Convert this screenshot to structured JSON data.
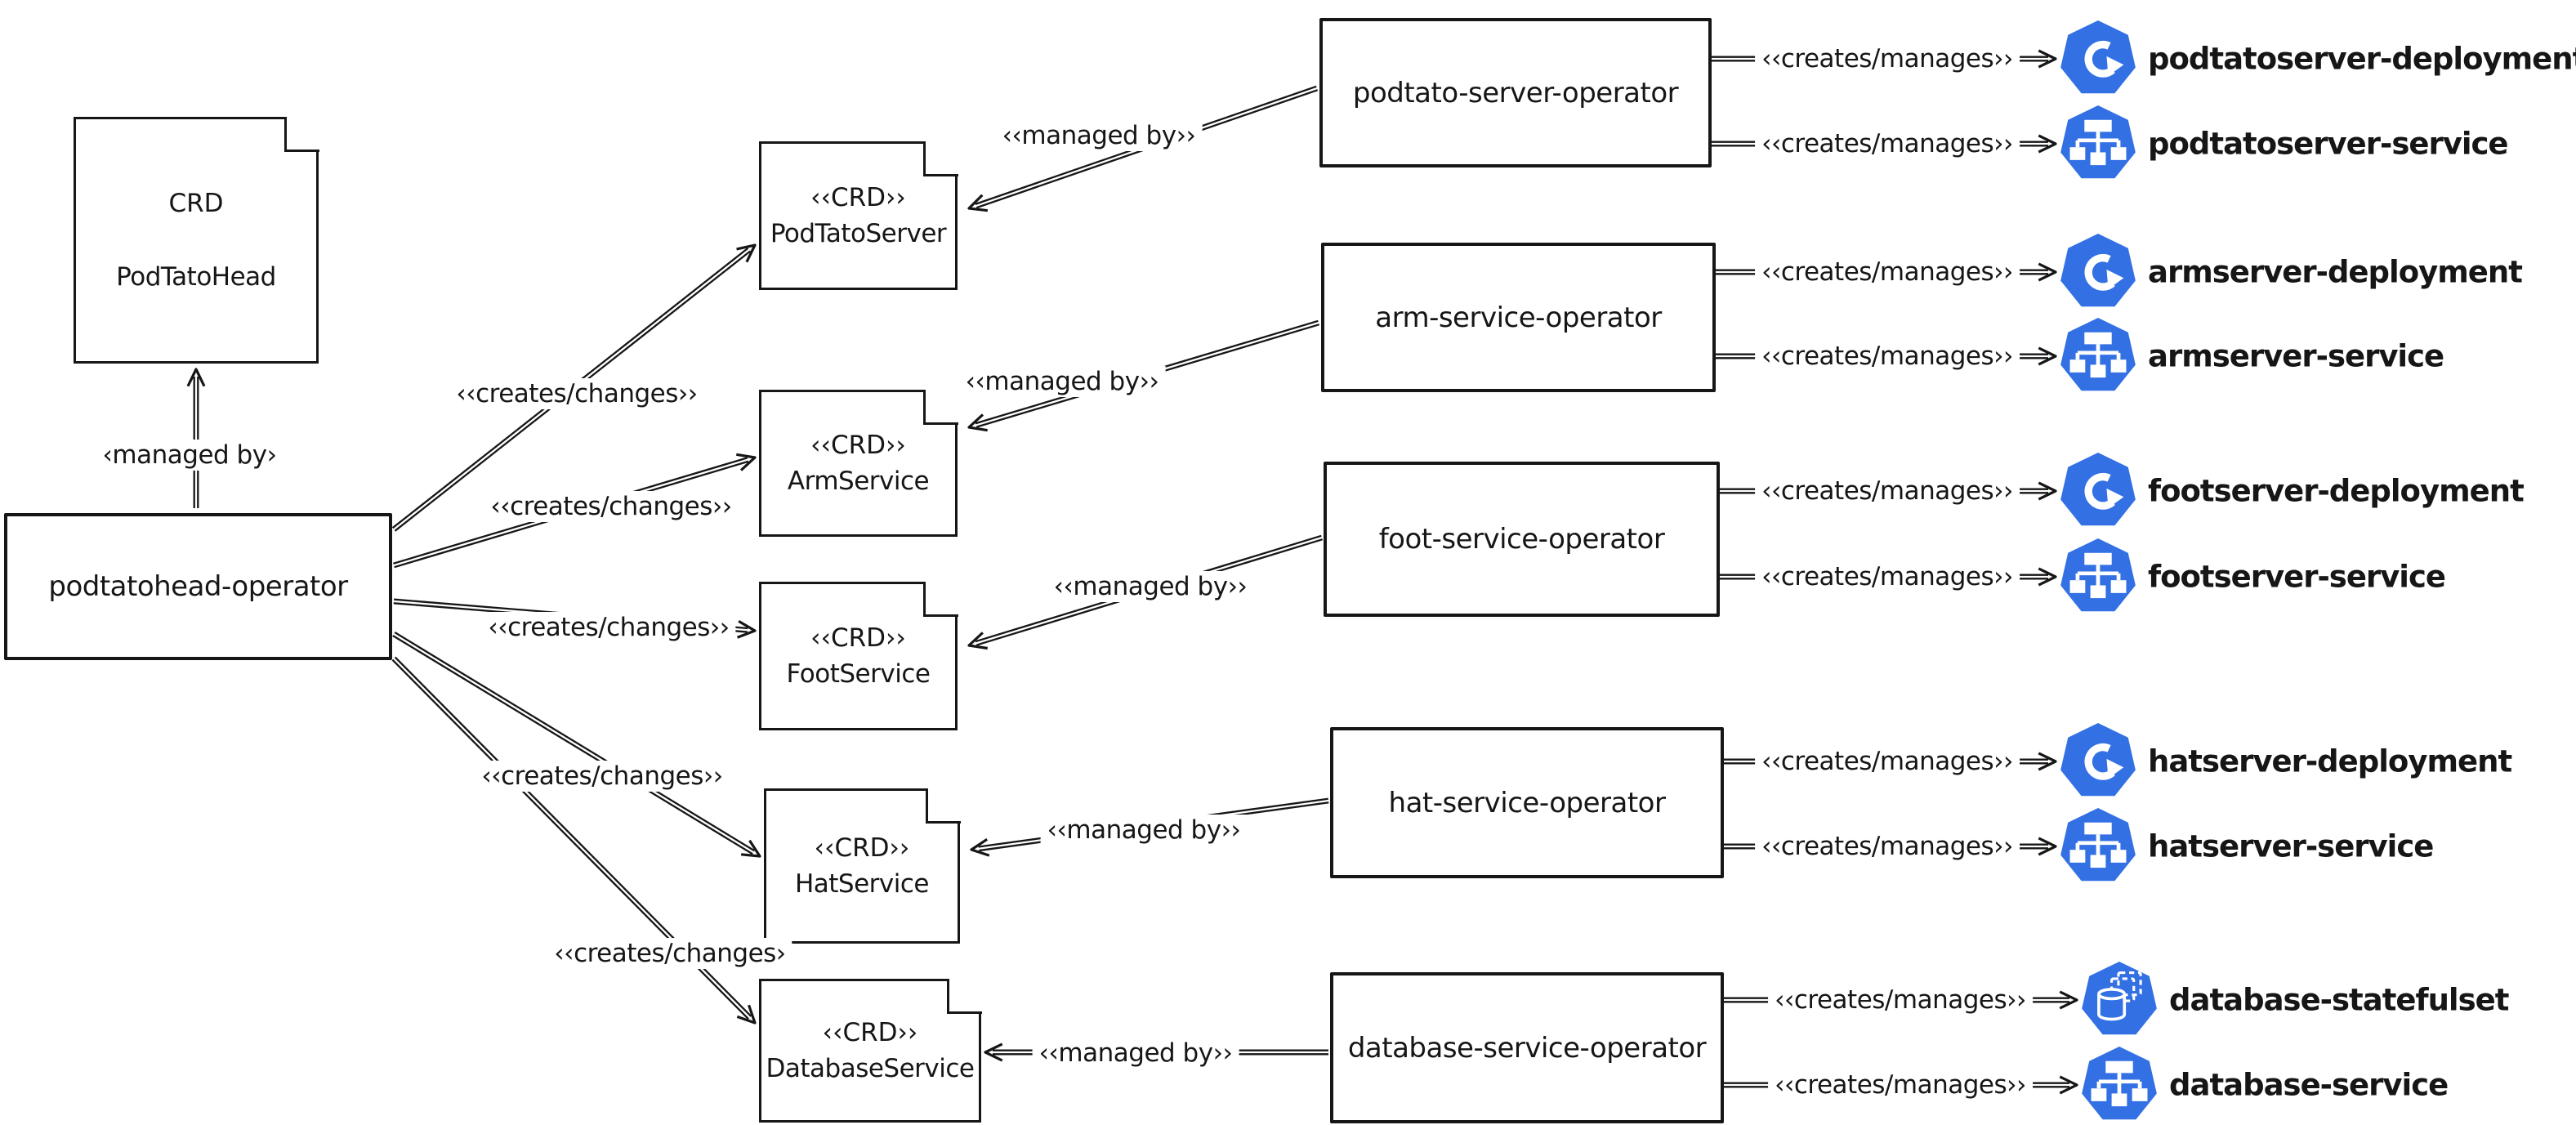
{
  "colors": {
    "ink": "#161616",
    "k8s_blue": "#3270E4",
    "background": "#ffffff"
  },
  "root_crd": {
    "stereotype": "CRD",
    "name": "PodTatoHead"
  },
  "main_operator": {
    "label": "podtatohead-operator"
  },
  "crds": [
    {
      "stereotype": "‹‹CRD››",
      "name": "PodTatoServer"
    },
    {
      "stereotype": "‹‹CRD››",
      "name": "ArmService"
    },
    {
      "stereotype": "‹‹CRD››",
      "name": "FootService"
    },
    {
      "stereotype": "‹‹CRD››",
      "name": "HatService"
    },
    {
      "stereotype": "‹‹CRD››",
      "name": "DatabaseService"
    }
  ],
  "operators": [
    {
      "label": "podtato-server-operator"
    },
    {
      "label": "arm-service-operator"
    },
    {
      "label": "foot-service-operator"
    },
    {
      "label": "hat-service-operator"
    },
    {
      "label": "database-service-operator"
    }
  ],
  "resources": [
    {
      "label": "podtatoserver-deployment",
      "icon": "deployment-icon"
    },
    {
      "label": "podtatoserver-service",
      "icon": "service-icon"
    },
    {
      "label": "armserver-deployment",
      "icon": "deployment-icon"
    },
    {
      "label": "armserver-service",
      "icon": "service-icon"
    },
    {
      "label": "footserver-deployment",
      "icon": "deployment-icon"
    },
    {
      "label": "footserver-service",
      "icon": "service-icon"
    },
    {
      "label": "hatserver-deployment",
      "icon": "deployment-icon"
    },
    {
      "label": "hatserver-service",
      "icon": "service-icon"
    },
    {
      "label": "database-statefulset",
      "icon": "statefulset-icon"
    },
    {
      "label": "database-service",
      "icon": "service-icon"
    }
  ],
  "edge_labels": {
    "managed_by_root": "‹managed by›",
    "managed_by": [
      "‹‹managed by››",
      "‹‹managed by››",
      "‹‹managed by››",
      "‹‹managed by››",
      "‹‹managed by››"
    ],
    "creates_changes": [
      "‹‹creates/changes››",
      "‹‹creates/changes››",
      "‹‹creates/changes››",
      "‹‹creates/changes››",
      "‹‹creates/changes›"
    ],
    "creates_manages": [
      "‹‹creates/manages››",
      "‹‹creates/manages››",
      "‹‹creates/manages››",
      "‹‹creates/manages››",
      "‹‹creates/manages››",
      "‹‹creates/manages››",
      "‹‹creates/manages››",
      "‹‹creates/manages››",
      "‹‹creates/manages››",
      "‹‹creates/manages››"
    ]
  }
}
